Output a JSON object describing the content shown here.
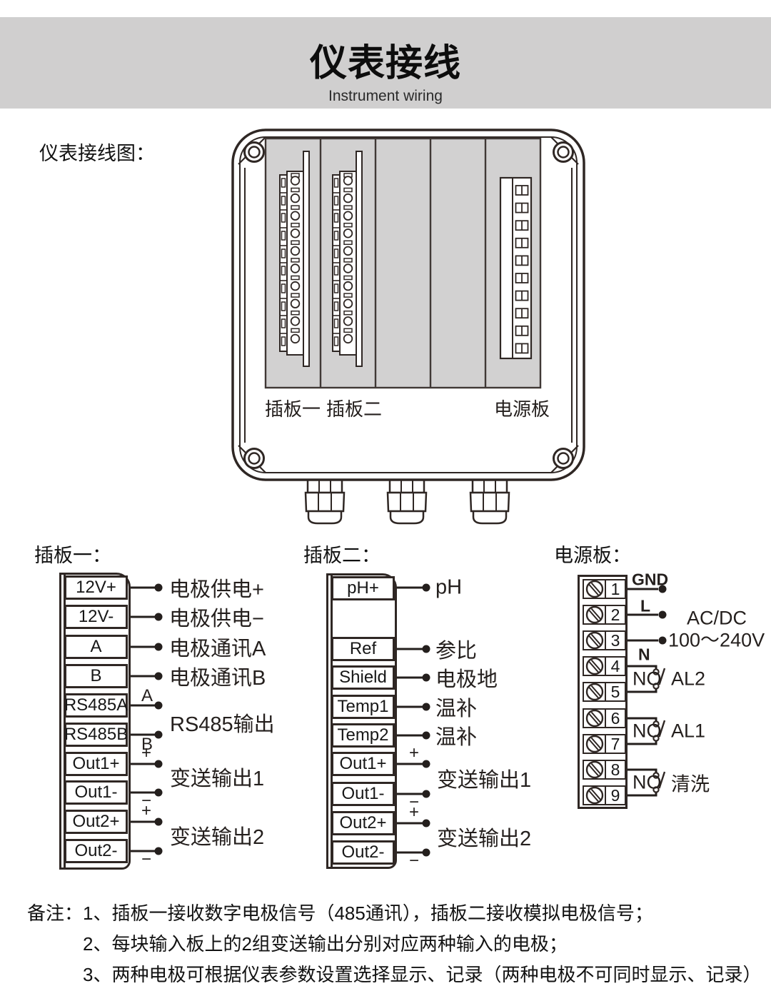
{
  "header": {
    "title": "仪表接线",
    "subtitle": "Instrument wiring"
  },
  "overview": {
    "caption": "仪表接线图：",
    "slot1": "插板一",
    "slot2": "插板二",
    "power": "电源板"
  },
  "board1": {
    "title": "插板一：",
    "terminals": [
      "12V+",
      "12V-",
      "A",
      "B",
      "RS485A",
      "RS485B",
      "Out1+",
      "Out1-",
      "Out2+",
      "Out2-"
    ],
    "labels": {
      "supply_plus": "电极供电+",
      "supply_minus": "电极供电−",
      "comm_a": "电极通讯A",
      "comm_b": "电极通讯B",
      "rs485": "RS485输出",
      "out1": "变送输出1",
      "out2": "变送输出2"
    },
    "marks": {
      "a": "A",
      "b": "B",
      "plus": "+",
      "minus": "−"
    }
  },
  "board2": {
    "title": "插板二：",
    "terminals": [
      "pH+",
      "Ref",
      "Shield",
      "Temp1",
      "Temp2",
      "Out1+",
      "Out1-",
      "Out2+",
      "Out2-"
    ],
    "labels": {
      "ph": "pH",
      "ref": "参比",
      "shield": "电极地",
      "temp1": "温补",
      "temp2": "温补",
      "out1": "变送输出1",
      "out2": "变送输出2"
    },
    "marks": {
      "plus": "+",
      "minus": "−"
    }
  },
  "power": {
    "title": "电源板：",
    "terminals": [
      "1",
      "2",
      "3",
      "4",
      "5",
      "6",
      "7",
      "8",
      "9"
    ],
    "labels": {
      "gnd": "GND",
      "live": "L",
      "neutral": "N",
      "supply_line1": "AC/DC",
      "supply_line2": "100～240V",
      "no": "NO",
      "al2": "AL2",
      "al1": "AL1",
      "wash": "清洗"
    }
  },
  "notes": {
    "prefix": "备注：",
    "items": [
      "1、插板一接收数字电极信号（485通讯），插板二接收模拟电极信号；",
      "2、每块输入板上的2组变送输出分别对应两种输入的电极；",
      "3、两种电极可根据仪表参数设置选择显示、记录（两种电极不可同时显示、记录）"
    ]
  },
  "colors": {
    "band_bg": "#d0cfcf",
    "panel_bg": "#d2d1d1",
    "line": "#2f2724"
  }
}
